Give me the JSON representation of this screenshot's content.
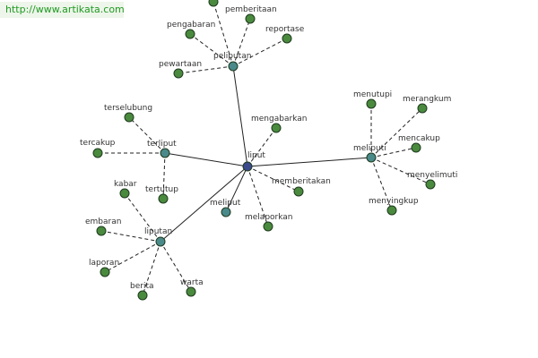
{
  "watermark": "http://www.artikata.com",
  "colors": {
    "center_node": "#3a4a8c",
    "hub_node": "#4a8a8a",
    "leaf_node": "#4a8a3e",
    "node_stroke": "#1e3a1e",
    "solid_edge": "#222222",
    "dashed_edge": "#222222"
  },
  "graph": {
    "center": "liput",
    "nodes": [
      {
        "id": "liput",
        "label": "liput",
        "kind": "center"
      },
      {
        "id": "peliputan",
        "label": "peliputan",
        "kind": "hub"
      },
      {
        "id": "terliput",
        "label": "terliput",
        "kind": "hub"
      },
      {
        "id": "meliputi",
        "label": "meliputi",
        "kind": "hub"
      },
      {
        "id": "liputan",
        "label": "liputan",
        "kind": "hub"
      },
      {
        "id": "meliput",
        "label": "meliput",
        "kind": "hub"
      },
      {
        "id": "pemberitaan",
        "label": "pemberitaan",
        "kind": "leaf"
      },
      {
        "id": "pengabaran",
        "label": "pengabaran",
        "kind": "leaf"
      },
      {
        "id": "reportase",
        "label": "reportase",
        "kind": "leaf"
      },
      {
        "id": "pewartaan",
        "label": "pewartaan",
        "kind": "leaf"
      },
      {
        "id": "top-leaf",
        "label": "",
        "kind": "leaf"
      },
      {
        "id": "terselubung",
        "label": "terselubung",
        "kind": "leaf"
      },
      {
        "id": "tercakup",
        "label": "tercakup",
        "kind": "leaf"
      },
      {
        "id": "tertutup",
        "label": "tertutup",
        "kind": "leaf"
      },
      {
        "id": "mengabarkan",
        "label": "mengabarkan",
        "kind": "leaf"
      },
      {
        "id": "memberitakan",
        "label": "memberitakan",
        "kind": "leaf"
      },
      {
        "id": "melaporkan",
        "label": "melaporkan",
        "kind": "leaf"
      },
      {
        "id": "menutupi",
        "label": "menutupi",
        "kind": "leaf"
      },
      {
        "id": "merangkum",
        "label": "merangkum",
        "kind": "leaf"
      },
      {
        "id": "mencakup",
        "label": "mencakup",
        "kind": "leaf"
      },
      {
        "id": "menyelimuti",
        "label": "menyelimuti",
        "kind": "leaf"
      },
      {
        "id": "menyingkup",
        "label": "menyingkup",
        "kind": "leaf"
      },
      {
        "id": "kabar",
        "label": "kabar",
        "kind": "leaf"
      },
      {
        "id": "embaran",
        "label": "embaran",
        "kind": "leaf"
      },
      {
        "id": "laporan",
        "label": "laporan",
        "kind": "leaf"
      },
      {
        "id": "berita",
        "label": "berita",
        "kind": "leaf"
      },
      {
        "id": "warta",
        "label": "warta",
        "kind": "leaf"
      }
    ],
    "edges": [
      {
        "from": "liput",
        "to": "peliputan",
        "style": "solid"
      },
      {
        "from": "liput",
        "to": "terliput",
        "style": "solid"
      },
      {
        "from": "liput",
        "to": "meliputi",
        "style": "solid"
      },
      {
        "from": "liput",
        "to": "liputan",
        "style": "solid"
      },
      {
        "from": "liput",
        "to": "meliput",
        "style": "solid"
      },
      {
        "from": "liput",
        "to": "mengabarkan",
        "style": "dashed"
      },
      {
        "from": "liput",
        "to": "memberitakan",
        "style": "dashed"
      },
      {
        "from": "liput",
        "to": "melaporkan",
        "style": "dashed"
      },
      {
        "from": "peliputan",
        "to": "pemberitaan",
        "style": "dashed"
      },
      {
        "from": "peliputan",
        "to": "pengabaran",
        "style": "dashed"
      },
      {
        "from": "peliputan",
        "to": "reportase",
        "style": "dashed"
      },
      {
        "from": "peliputan",
        "to": "pewartaan",
        "style": "dashed"
      },
      {
        "from": "peliputan",
        "to": "top-leaf",
        "style": "dashed"
      },
      {
        "from": "terliput",
        "to": "terselubung",
        "style": "dashed"
      },
      {
        "from": "terliput",
        "to": "tercakup",
        "style": "dashed"
      },
      {
        "from": "terliput",
        "to": "tertutup",
        "style": "dashed"
      },
      {
        "from": "meliputi",
        "to": "menutupi",
        "style": "dashed"
      },
      {
        "from": "meliputi",
        "to": "merangkum",
        "style": "dashed"
      },
      {
        "from": "meliputi",
        "to": "mencakup",
        "style": "dashed"
      },
      {
        "from": "meliputi",
        "to": "menyelimuti",
        "style": "dashed"
      },
      {
        "from": "meliputi",
        "to": "menyingkup",
        "style": "dashed"
      },
      {
        "from": "liputan",
        "to": "kabar",
        "style": "dashed"
      },
      {
        "from": "liputan",
        "to": "embaran",
        "style": "dashed"
      },
      {
        "from": "liputan",
        "to": "laporan",
        "style": "dashed"
      },
      {
        "from": "liputan",
        "to": "berita",
        "style": "dashed"
      },
      {
        "from": "liputan",
        "to": "warta",
        "style": "dashed"
      }
    ]
  }
}
